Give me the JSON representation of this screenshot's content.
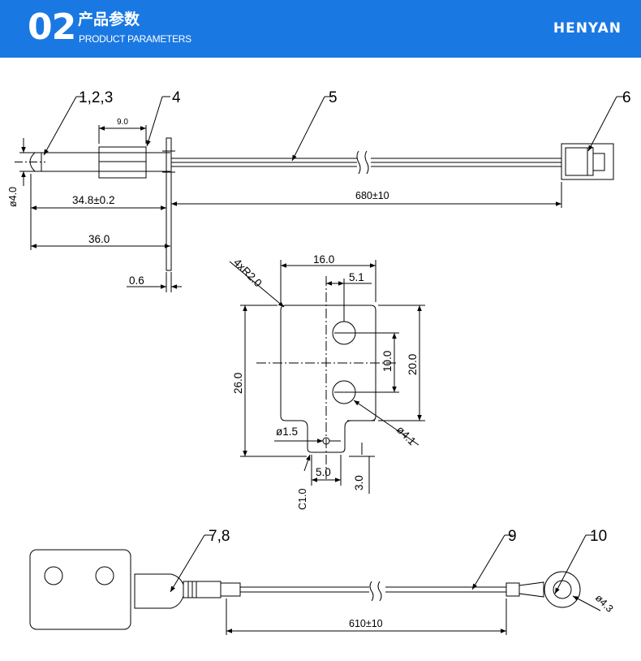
{
  "header": {
    "number": "02",
    "title_cn": "产品参数",
    "title_en": "PRODUCT PARAMETERS",
    "brand": "HENYAN"
  },
  "colors": {
    "header_bg": "#1a78e3",
    "line": "#000000"
  },
  "top_view": {
    "callouts": [
      "1,2,3",
      "4",
      "5",
      "6"
    ],
    "dims": {
      "sleeve": "9.0",
      "dia": "ø4.0",
      "len_348": "34.8±0.2",
      "len_36": "36.0",
      "thick": "0.6",
      "cable": "680±10"
    }
  },
  "bracket_view": {
    "radius": "4xR2.0",
    "dims": {
      "width": "16.0",
      "offset": "5.1",
      "pitch": "10.0",
      "span": "20.0",
      "height": "26.0",
      "small_hole": "ø1.5",
      "hole": "ø4.1",
      "tab_w": "5.0",
      "tab_h": "3.0",
      "chamfer": "C1.0"
    }
  },
  "bottom_view": {
    "callouts": [
      "7,8",
      "9",
      "10"
    ],
    "dims": {
      "cable": "610±10",
      "ring": "ø4.3"
    }
  }
}
